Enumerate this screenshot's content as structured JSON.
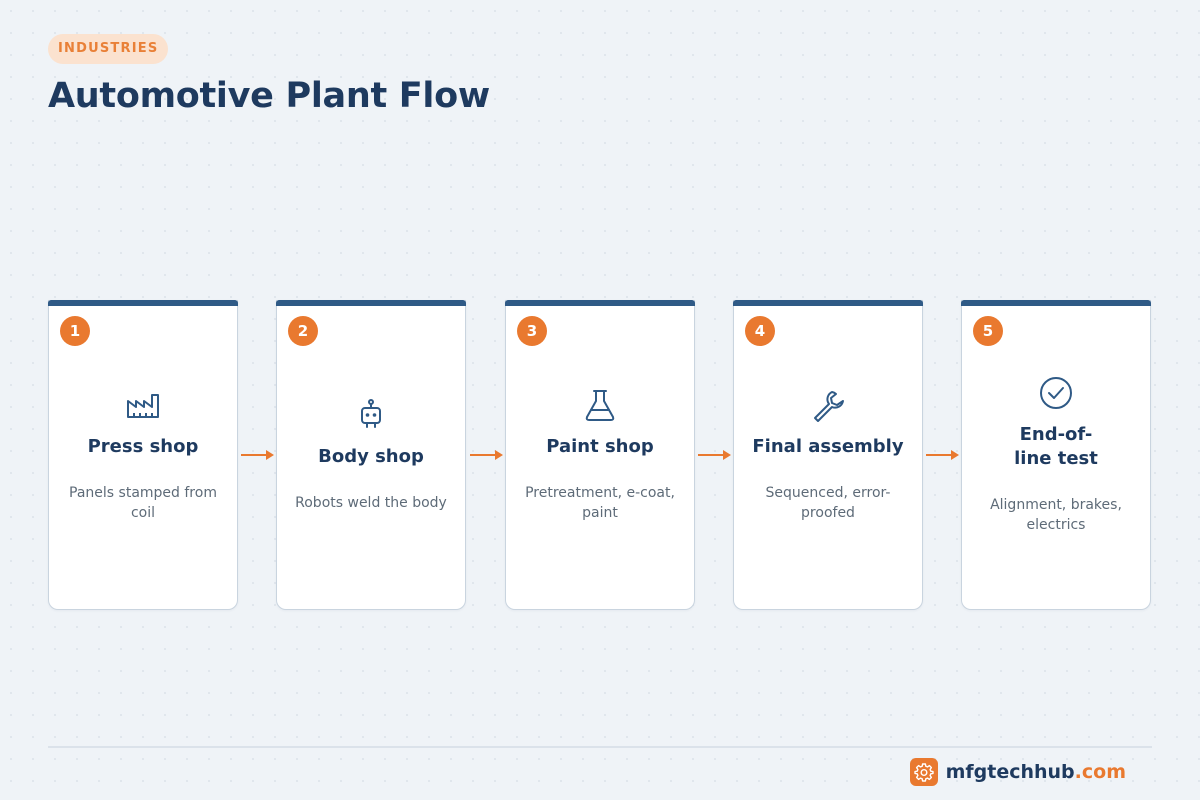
{
  "tag": "INDUSTRIES",
  "title": "Automotive Plant Flow",
  "steps": [
    {
      "number": "1",
      "icon": "factory-icon",
      "title": "Press shop",
      "description": "Panels stamped from coil"
    },
    {
      "number": "2",
      "icon": "robot-icon",
      "title": "Body shop",
      "description": "Robots weld the body"
    },
    {
      "number": "3",
      "icon": "flask-icon",
      "title": "Paint shop",
      "description": "Pretreatment, e-coat, paint"
    },
    {
      "number": "4",
      "icon": "wrench-icon",
      "title": "Final assembly",
      "description": "Sequenced, error-proofed"
    },
    {
      "number": "5",
      "icon": "check-circle-icon",
      "title": "End-of-line test",
      "description": "Alignment, brakes, electrics"
    }
  ],
  "brand": {
    "name": "mfgtechhub",
    "tld": ".com"
  },
  "colors": {
    "accent": "#e9792f",
    "navy": "#1e3a5f",
    "card_top_bar": "#2f5a86",
    "icon_stroke": "#2f5a86"
  }
}
